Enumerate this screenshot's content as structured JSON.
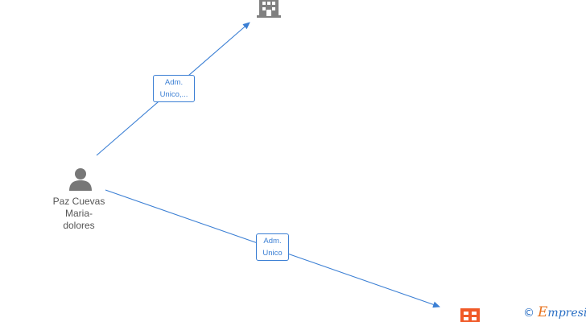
{
  "person": {
    "name_lines": [
      "Paz Cuevas",
      "Maria-",
      "dolores"
    ]
  },
  "edges": [
    {
      "label_lines": [
        "Adm.",
        "Unico,..."
      ]
    },
    {
      "label_lines": [
        "Adm.",
        "Unico"
      ]
    }
  ],
  "icons": {
    "person": "person-icon",
    "company_top": "building-icon",
    "company_bottom": "company-grid-icon"
  },
  "colors": {
    "edge": "#3b7fd4",
    "person_icon": "#777777",
    "building_icon": "#808080",
    "company_icon": "#f05a28",
    "brand_blue": "#2a6fc4",
    "brand_orange": "#e8731f"
  },
  "watermark": {
    "copyright": "©",
    "brand_initial": "E",
    "brand_rest": "mpresia"
  }
}
